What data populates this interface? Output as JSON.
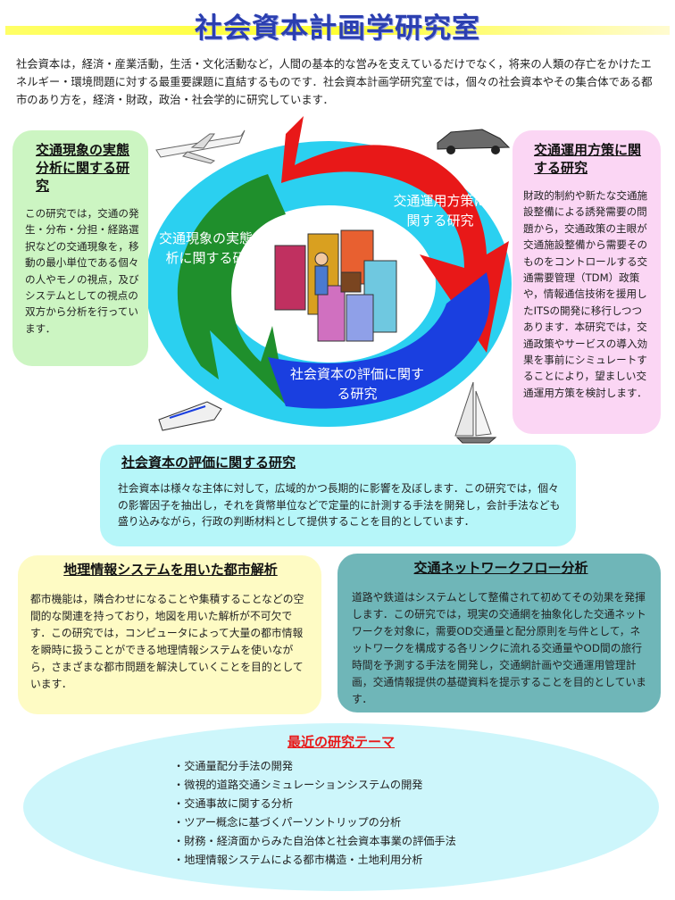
{
  "header": {
    "title": "社会資本計画学研究室"
  },
  "intro": "社会資本は，経済・産業活動，生活・文化活動など，人間の基本的な営みを支えているだけでなく，将来の人類の存亡をかけたエネルギー・環境問題に対する最重要課題に直結するものです．社会資本計画学研究室では，個々の社会資本やその集合体である都市のあり方を，経済・財政，政治・社会学的に研究しています．",
  "diagram": {
    "arrow_left": "交通現象の実態分析に関する研究",
    "arrow_right": "交通運用方策に関する研究",
    "arrow_bottom": "社会資本の評価に関する研究",
    "colors": {
      "green": "#1f8f2c",
      "red": "#e81818",
      "blue": "#1a3fe0",
      "ring": "#2bd0f0"
    }
  },
  "boxes": {
    "left": {
      "title": "交通現象の実態分析に関する研究",
      "body": "この研究では，交通の発生・分布・分担・経路選択などの交通現象を，移動の最小単位である個々の人やモノの視点，及びシステムとしての視点の双方から分析を行っています．"
    },
    "right": {
      "title": "交通運用方策に関する研究",
      "body": "財政的制約や新たな交通施設整備による誘発需要の問題から，交通政策の主眼が交通施設整備から需要そのものをコントロールする交通需要管理（TDM）政策や，情報通信技術を援用したITSの開発に移行しつつあります．本研究では，交通政策やサービスの導入効果を事前にシミュレートすることにより，望ましい交通運用方策を検討します．"
    },
    "eval": {
      "title": "社会資本の評価に関する研究",
      "body": "社会資本は様々な主体に対して，広域的かつ長期的に影響を及ぼします．この研究では，個々の影響因子を抽出し，それを貨幣単位などで定量的に計測する手法を開発し，会計手法なども盛り込みながら，行政の判断材料として提供することを目的としています．"
    },
    "gis": {
      "title": "地理情報システムを用いた都市解析",
      "body": "都市機能は，隣合わせになることや集積することなどの空間的な関連を持っており，地図を用いた解析が不可欠です．この研究では，コンピュータによって大量の都市情報を瞬時に扱うことができる地理情報システムを使いながら，さまざまな都市問題を解決していくことを目的としています．"
    },
    "network": {
      "title": "交通ネットワークフロー分析",
      "body": "道路や鉄道はシステムとして整備されて初めてその効果を発揮します．この研究では，現実の交通網を抽象化した交通ネットワークを対象に，需要OD交通量と配分原則を与件として，ネットワークを構成する各リンクに流れる交通量やOD間の旅行時間を予測する手法を開発し，交通網計画や交通運用管理計画，交通情報提供の基礎資料を提示することを目的としています．"
    }
  },
  "recent": {
    "title": "最近の研究テーマ",
    "items": [
      "交通量配分手法の開発",
      "微視的道路交通シミュレーションシステムの開発",
      "交通事故に関する分析",
      "ツアー概念に基づくパーソントリップの分析",
      "財務・経済面からみた自治体と社会資本事業の評価手法",
      "地理情報システムによる都市構造・土地利用分析"
    ]
  }
}
